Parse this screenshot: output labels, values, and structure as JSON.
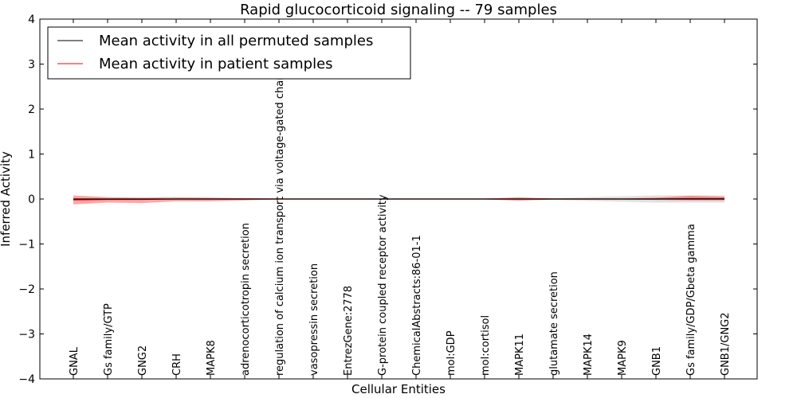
{
  "chart_data": {
    "type": "line",
    "title": "Rapid glucocorticoid signaling -- 79 samples",
    "xlabel": "Cellular Entities",
    "ylabel": "Inferred Activity",
    "ylim": [
      -4,
      4
    ],
    "yticks": [
      -4,
      -3,
      -2,
      -1,
      0,
      1,
      2,
      3,
      4
    ],
    "ytick_labels": [
      "−4",
      "−3",
      "−2",
      "−1",
      "0",
      "1",
      "2",
      "3",
      "4"
    ],
    "grid": false,
    "legend_position": "top-left",
    "categories": [
      "GNAL",
      "Gs family/GTP",
      "GNG2",
      "CRH",
      "MAPK8",
      "adrenocorticotropin secretion",
      "regulation of calcium ion transport via voltage-gated channel",
      "vasopressin secretion",
      "EntrezGene:2778",
      "G-protein coupled receptor activity",
      "ChemicalAbstracts:86-01-1",
      "mol:GDP",
      "mol:cortisol",
      "MAPK11",
      "glutamate secretion",
      "MAPK14",
      "MAPK9",
      "GNB1",
      "Gs family/GDP/Gbeta gamma",
      "GNB1/GNG2"
    ],
    "series": [
      {
        "name": "Mean activity in all permuted samples",
        "color": "#000000",
        "values": [
          0.0,
          0.0,
          0.0,
          0.0,
          0.0,
          0.0,
          0.0,
          0.0,
          0.0,
          0.0,
          0.0,
          0.0,
          0.0,
          0.0,
          0.0,
          0.0,
          0.0,
          0.0,
          0.0,
          0.0
        ],
        "band_lower": [
          -0.01,
          -0.01,
          -0.01,
          -0.01,
          -0.01,
          -0.01,
          -0.01,
          -0.01,
          -0.01,
          -0.01,
          -0.01,
          -0.01,
          -0.01,
          -0.01,
          -0.02,
          -0.04,
          -0.06,
          -0.08,
          -0.08,
          -0.08
        ],
        "band_upper": [
          0.01,
          0.01,
          0.01,
          0.01,
          0.01,
          0.01,
          0.01,
          0.01,
          0.01,
          0.01,
          0.01,
          0.01,
          0.01,
          0.01,
          0.02,
          0.04,
          0.06,
          0.08,
          0.08,
          0.08
        ],
        "band_color": "#bbbbbb"
      },
      {
        "name": "Mean activity in patient samples",
        "color": "#ff0000",
        "values": [
          -0.02,
          -0.01,
          -0.01,
          0.0,
          0.0,
          0.0,
          0.0,
          0.0,
          0.0,
          0.0,
          0.0,
          0.0,
          0.0,
          0.0,
          0.0,
          0.0,
          0.0,
          0.0,
          0.01,
          0.01
        ],
        "band_lower": [
          -0.12,
          -0.08,
          -0.09,
          -0.05,
          -0.05,
          -0.03,
          -0.01,
          -0.01,
          -0.01,
          -0.01,
          -0.01,
          -0.01,
          -0.01,
          -0.04,
          -0.01,
          -0.01,
          -0.01,
          -0.02,
          -0.03,
          -0.03
        ],
        "band_upper": [
          0.08,
          0.04,
          0.03,
          0.04,
          0.03,
          0.02,
          0.01,
          0.01,
          0.01,
          0.01,
          0.01,
          0.01,
          0.01,
          0.04,
          0.01,
          0.01,
          0.01,
          0.03,
          0.07,
          0.05
        ],
        "band_color": "#ff0000"
      }
    ]
  }
}
